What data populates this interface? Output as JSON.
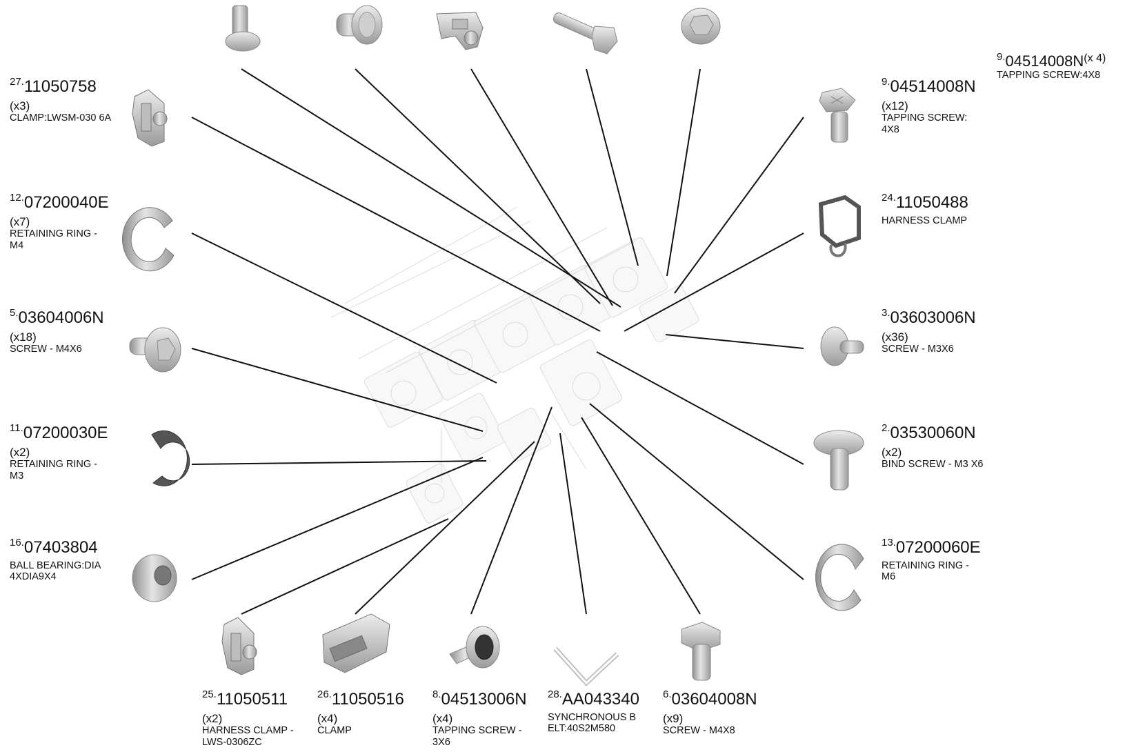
{
  "corner_note": {
    "idx": "9.",
    "part": "04514008N",
    "qty": "(x 4)",
    "desc": "TAPPING SCREW:4X8"
  },
  "callouts": {
    "c27": {
      "idx": "27.",
      "part": "11050758",
      "qty": "(x3)",
      "desc": "CLAMP:LWSM-030 6A"
    },
    "c12": {
      "idx": "12.",
      "part": "07200040E",
      "qty": "(x7)",
      "desc": "RETAINING RING - M4"
    },
    "c5": {
      "idx": "5.",
      "part": "03604006N",
      "qty": "(x18)",
      "desc": "SCREW - M4X6"
    },
    "c11": {
      "idx": "11.",
      "part": "07200030E",
      "qty": "(x2)",
      "desc": "RETAINING RING - M3"
    },
    "c16": {
      "idx": "16.",
      "part": "07403804",
      "qty": "",
      "desc": "BALL BEARING:DIA 4XDIA9X4"
    },
    "c9": {
      "idx": "9.",
      "part": "04514008N",
      "qty": "(x12)",
      "desc": "TAPPING SCREW: 4X8"
    },
    "c24": {
      "idx": "24.",
      "part": "11050488",
      "qty": "",
      "desc": "HARNESS CLAMP"
    },
    "c3": {
      "idx": "3.",
      "part": "03603006N",
      "qty": "(x36)",
      "desc": "SCREW - M3X6"
    },
    "c2": {
      "idx": "2.",
      "part": "03530060N",
      "qty": "(x2)",
      "desc": "BIND SCREW - M3 X6"
    },
    "c13": {
      "idx": "13.",
      "part": "07200060E",
      "qty": "",
      "desc": "RETAINING RING - M6"
    },
    "c25": {
      "idx": "25.",
      "part": "11050511",
      "qty": "(x2)",
      "desc": "HARNESS CLAMP - LWS-0306ZC"
    },
    "c26": {
      "idx": "26.",
      "part": "11050516",
      "qty": "(x4)",
      "desc": "CLAMP"
    },
    "c8": {
      "idx": "8.",
      "part": "04513006N",
      "qty": "(x4)",
      "desc": "TAPPING SCREW - 3X6"
    },
    "c28": {
      "idx": "28.",
      "part": "AA043340",
      "qty": "",
      "desc": "SYNCHRONOUS B ELT:40S2M580"
    },
    "c6": {
      "idx": "6.",
      "part": "03604008N",
      "qty": "(x9)",
      "desc": "SCREW - M4X8"
    }
  },
  "colors": {
    "line": "#111111",
    "part_fill": "#d8d8d8",
    "part_shade": "#a9a9a9",
    "assembly": "#cfcfcf"
  }
}
